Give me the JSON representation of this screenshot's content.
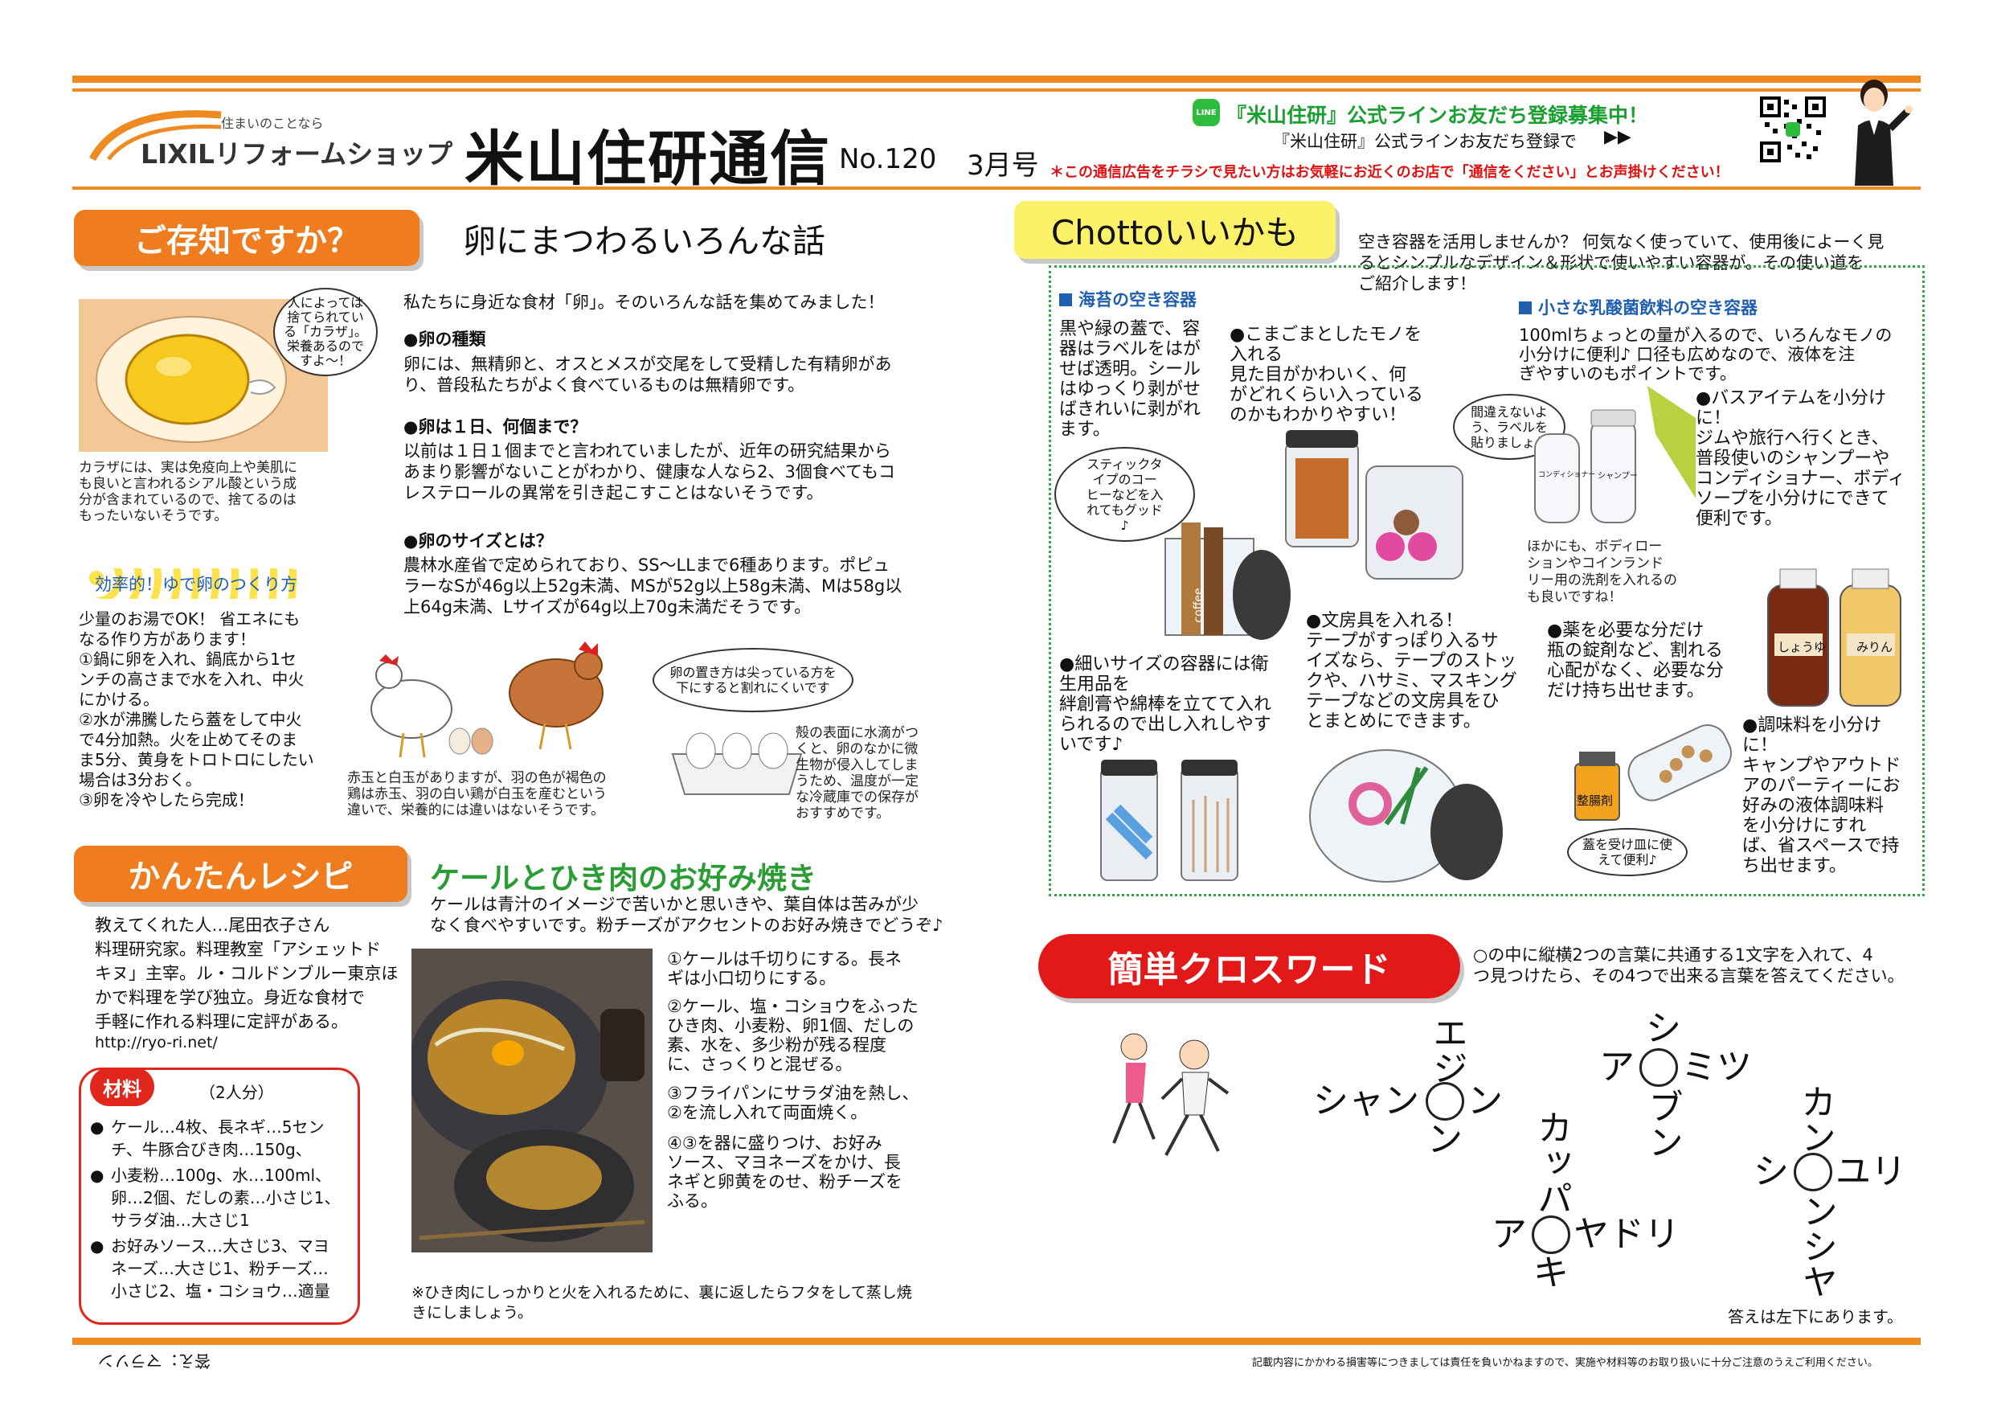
{
  "header": {
    "logo_small": "住まいのことなら",
    "logo_main": "LIXILリフォームショップ",
    "title": "米山住研通信",
    "issue": "No.120",
    "month": "3月号",
    "line_badge": "LINE",
    "line_title": "『米山住研』公式ラインお友だち登録募集中！",
    "line_sub": "『米山住研』公式ラインお友だち登録で",
    "line_arrow": "▶▶",
    "notice": "＊この通信広告をチラシで見たい方はお気軽にお近くのお店で「通信をください」とお声掛けください！"
  },
  "know": {
    "badge": "ご存知ですか？",
    "heading": "卵にまつわるいろんな話",
    "bubble": "人によっては\n捨てられてい\nる「カラザ」。\n栄養あるので\nすよ～！",
    "karaza": "カラザには、実は免疫向上や美肌に\nも良いと言われるシアル酸という成\n分が含まれているので、捨てるのは\nもったいないそうです。",
    "intro": "私たちに身近な食材「卵」。そのいろんな話を集めてみました！",
    "h1": "●卵の種類",
    "t1": "卵には、無精卵と、オスとメスが交尾をして受精した有精卵があ\nり、普段私たちがよく食べているものは無精卵です。",
    "h2": "●卵は１日、何個まで？",
    "t2": "以前は１日１個までと言われていましたが、近年の研究結果から\nあまり影響がないことがわかり、健康な人なら2、3個食べてもコ\nレステロールの異常を引き起こすことはないそうです。",
    "h3": "●卵のサイズとは？",
    "t3": "農林水産省で定められており、SS～LLまで6種あります。ポピュ\nラーなSが46g以上52g未満、MSが52g以上58g未満、Mは58g以\n上64g未満、Lサイズが64g以上70g未満だそうです。",
    "eff_title": "効率的！ゆで卵のつくり方",
    "eff_text": "少量のお湯でOK！ 省エネにも\nなる作り方があります！\n①鍋に卵を入れ、鍋底から1セ\nンチの高さまで水を入れ、中火\nにかける。\n②水が沸騰したら蓋をして中火\nで4分加熱。火を止めてそのま\nま5分、黄身をトロトロにしたい\n場合は3分おく。\n③卵を冷やしたら完成！",
    "hen_cap": "赤玉と白玉がありますが、羽の色が褐色の\n鶏は赤玉、羽の白い鶏が白玉を産むという\n違いで、栄養的には違いはないそうです。",
    "egg_bubble": "卵の置き方は尖っている方を\n下にすると割れにくいです",
    "egg_cap": "殻の表面に水滴がつ\nくと、卵のなかに微\n生物が侵入してしま\nうため、温度が一定\nな冷蔵庫での保存が\nおすすめです。"
  },
  "recipe": {
    "badge": "かんたんレシピ",
    "heading": "ケールとひき肉のお好み焼き",
    "lead": "ケールは青汁のイメージで苦いかと思いきや、葉自体は苦みが少\nなく食べやすいです。粉チーズがアクセントのお好み焼きでどうぞ♪",
    "teacher": "教えてくれた人…尾田衣子さん\n料理研究家。料理教室「アシェットド\nキヌ」主宰。ル・コルドンブルー東京ほ\nかで料理を学び独立。身近な食材で\n手軽に作れる料理に定評がある。",
    "url": "http://ryo-ri.net/",
    "ing_label": "材料",
    "ing_serving": "（2人分）",
    "ingredients": [
      "ケール…4枚、長ネギ…5セン\nチ、牛豚合びき肉…150g、",
      "小麦粉…100g、水…100ml、\n卵…2個、だしの素…小さじ1、\nサラダ油…大さじ1",
      "お好みソース…大さじ3、マヨ\nネーズ…大さじ1、粉チーズ…\n小さじ2、塩・コショウ…適量"
    ],
    "s1": "①ケールは千切りにする。長ネ\nギは小口切りにする。",
    "s2": "②ケール、塩・コショウをふった\nひき肉、小麦粉、卵1個、だしの\n素、水を、多少粉が残る程度\nに、さっくりと混ぜる。",
    "s3": "③フライパンにサラダ油を熱し、\n②を流し入れて両面焼く。",
    "s4": "④③を器に盛りつけ、お好み\nソース、マヨネーズをかけ、長\nネギと卵黄をのせ、粉チーズを\nふる。",
    "note": "※ひき肉にしっかりと火を入れるために、裏に返したらフタをして蒸し焼\nきにしましょう。"
  },
  "chotto": {
    "badge": "Chottoいいかも",
    "intro": "空き容器を活用しませんか？ 何気なく使っていて、使用後によーく見\nるとシンプルなデザイン＆形状で使いやすい容器が。その使い道を\nご紹介します！",
    "nori_title": "海苔の空き容器",
    "nori_text": "黒や緑の蓋で、容\n器はラベルをはが\nせば透明。シール\nはゆっくり剥がせ\nばきれいに剥がれ\nます。",
    "komagoma": "●こまごまとしたモノを\n入れる\n見た目がかわいく、何\nがどれくらい入っている\nのかもわかりやすい！",
    "stick_bubble": "スティックタ\nイプのコー\nヒーなどを入\nれてもグッド\n♪",
    "coffee": "coffee",
    "hosoi": "●細いサイズの容器には衛\n生用品を\n絆創膏や綿棒を立てて入れ\nられるので出し入れしやす\nいです♪",
    "bungu": "●文房具を入れる！\nテープがすっぽり入るサ\nイズなら、テープのストッ\nクや、ハサミ、マスキング\nテープなどの文房具をひ\nとまとめにできます。",
    "yakult_title": "小さな乳酸菌飲料の空き容器",
    "yakult_text": "100mlちょっとの量が入るので、いろんなモノの\n小分けに便利♪ 口径も広めなので、液体を注\nぎやすいのもポイントです。",
    "label_bubble": "間違えないよ\nう、ラベルを\n貼りましょう",
    "label1": "コンディショナー",
    "label2": "シャンプー",
    "bath": "●バスアイテムを小分け\nに！\nジムや旅行へ行くとき、\n普段使いのシャンプーや\nコンディショナー、ボディ\nソープを小分けにできて\n便利です。",
    "hoka": "ほかにも、ボディロー\nションやコインランド\nリー用の洗剤を入れるの\nも良いですね！",
    "kusuri": "●薬を必要な分だけ\n瓶の錠剤など、割れる\n心配がなく、必要な分\nだけ持ち出せます。",
    "seichozai": "整腸剤",
    "lid_bubble": "蓋を受け皿に使\nえて便利♪",
    "shoyu": "しょうゆ",
    "mirin": "みりん",
    "chomi": "●調味料を小分け\nに！\nキャンプやアウトド\nアのパーティーにお\n好みの液体調味料\nを小分けにすれ\nば、省スペースで持\nち出せます。"
  },
  "cross": {
    "badge": "簡単クロスワード",
    "intro": "○の中に縦横2つの言葉に共通する1文字を入れて、4\nつ見つけたら、その4つで出来る言葉を答えてください。",
    "p1_across": "シャン",
    "p1_across_after": "ン",
    "p1_down_before": "エジ",
    "p1_down_after": "ン",
    "p2_across": "ア",
    "p2_across_after": "ミツ",
    "p2_down_before": "シ",
    "p2_down_after": "ブン",
    "p3_across": "ア",
    "p3_across_after": "ヤドリ",
    "p3_down_before": "カッパ",
    "p3_down_after": "キ",
    "p4_across": "シ",
    "p4_across_after": "ユリ",
    "p4_down_before": "カン",
    "p4_down_after": "ンシヤ",
    "answer_note": "答えは左下にあります。",
    "answer": "答え：マラソン"
  },
  "footer": {
    "disclaimer": "記載内容にかかわる損害等につきましては責任を負いかねますので、実施や材料等のお取り扱いに十分ご注意のうえご利用ください。"
  }
}
